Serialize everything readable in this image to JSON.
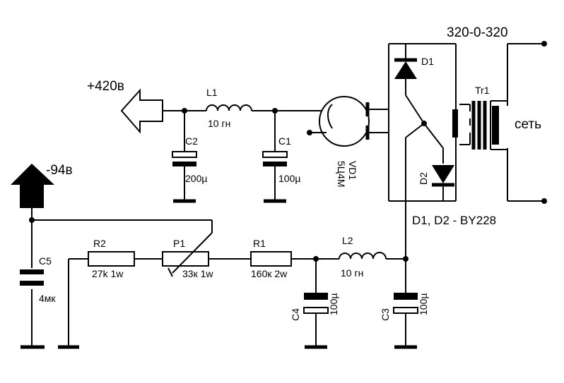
{
  "labels": {
    "tr_voltage": "320-0-320",
    "plus_voltage": "+420в",
    "minus_voltage": "-94в",
    "mains": "сеть",
    "transformer": "Tr1",
    "diode_note": "D1, D2 - BY228",
    "d1": "D1",
    "d2": "D2",
    "l1": "L1",
    "l1_value": "10 гн",
    "l2": "L2",
    "l2_value": "10 гн",
    "c1": "C1",
    "c1_value": "100µ",
    "c2": "C2",
    "c2_value": "200µ",
    "c3": "C3",
    "c3_value": "100µ",
    "c4": "C4",
    "c4_value": "100µ",
    "c5": "C5",
    "c5_value": "4мк",
    "r1": "R1",
    "r1_value": "160к 2w",
    "r2": "R2",
    "r2_value": "27k 1w",
    "p1": "P1",
    "p1_value": "33к 1w",
    "vd1": "VD1",
    "vd1_type": "5Ц4М"
  }
}
